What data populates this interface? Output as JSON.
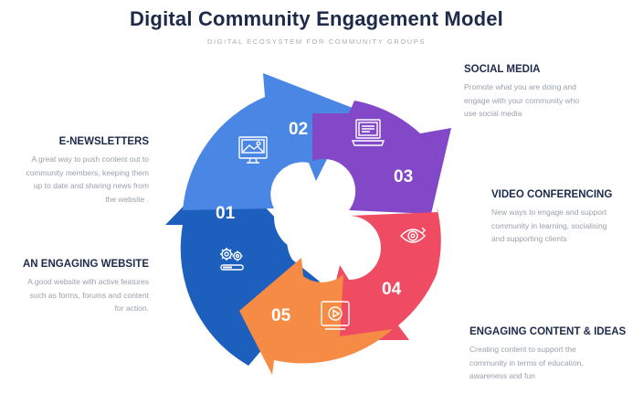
{
  "title": "Digital Community Engagement Model",
  "subtitle": "DIGITAL ECOSYSTEM FOR COMMUNITY GROUPS",
  "segments": [
    {
      "num": "01",
      "color": "#1d5fbd",
      "icon": "gears-icon"
    },
    {
      "num": "02",
      "color": "#4a86e3",
      "icon": "image-monitor-icon"
    },
    {
      "num": "03",
      "color": "#8248c8",
      "icon": "laptop-icon"
    },
    {
      "num": "04",
      "color": "#ef4c63",
      "icon": "eye-icon"
    },
    {
      "num": "05",
      "color": "#f58b45",
      "icon": "video-play-icon"
    }
  ],
  "labels": {
    "social_media": {
      "title": "SOCIAL MEDIA",
      "lines": [
        "Promote what you are doing and",
        "engage with your community who",
        "use social media"
      ]
    },
    "e_newsletters": {
      "title": "E-NEWSLETTERS",
      "lines": [
        "A great way to push content out to",
        "community members, keeping them",
        "up to date and sharing news from",
        "the website ."
      ]
    },
    "video_conferencing": {
      "title": "VIDEO CONFERENCING",
      "lines": [
        "New ways to engage and support",
        "community in learning, socialising",
        "and supporting clients"
      ]
    },
    "engaging_website": {
      "title": "AN ENGAGING WEBSITE",
      "lines": [
        "A good website with active features",
        "such as forms, forums and content",
        "for action."
      ]
    },
    "engaging_content": {
      "title": "ENGAGING CONTENT & IDEAS",
      "lines": [
        "Creating content to support the",
        "community in terms of education,",
        "awareness and fun"
      ]
    }
  }
}
